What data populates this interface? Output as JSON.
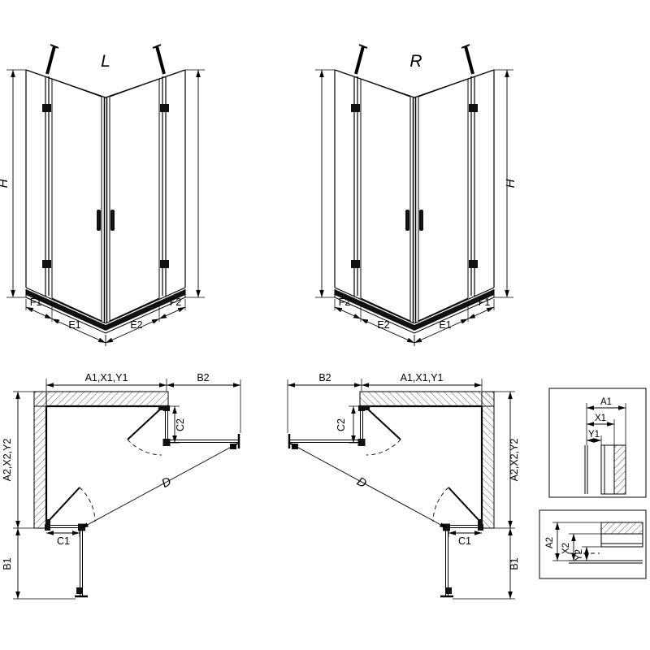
{
  "perspective_left": {
    "label": "L",
    "dim_h": "H",
    "dim_f1": "F1",
    "dim_e1": "E1",
    "dim_e2": "E2",
    "dim_f2": "F2"
  },
  "perspective_right": {
    "label": "R",
    "dim_h": "H",
    "dim_f1": "F1",
    "dim_e1": "E1",
    "dim_e2": "E2",
    "dim_f2": "F2"
  },
  "plan_left": {
    "dim_top_width": "A1,X1,Y1",
    "dim_door_proj": "B2",
    "dim_c2": "C2",
    "dim_side": "A2,X2,Y2",
    "dim_b1": "B1",
    "dim_c1": "C1",
    "dim_diag": "D"
  },
  "plan_right": {
    "dim_top_width": "A1,X1,Y1",
    "dim_door_proj": "B2",
    "dim_c2": "C2",
    "dim_side": "A2,X2,Y2",
    "dim_b1": "B1",
    "dim_c1": "C1",
    "dim_diag": "D"
  },
  "detail_top": {
    "dim_a1": "A1",
    "dim_x1": "X1",
    "dim_y1": "Y1"
  },
  "detail_bottom": {
    "dim_a2": "A2",
    "dim_x2": "X2",
    "dim_y2": "Y2"
  }
}
